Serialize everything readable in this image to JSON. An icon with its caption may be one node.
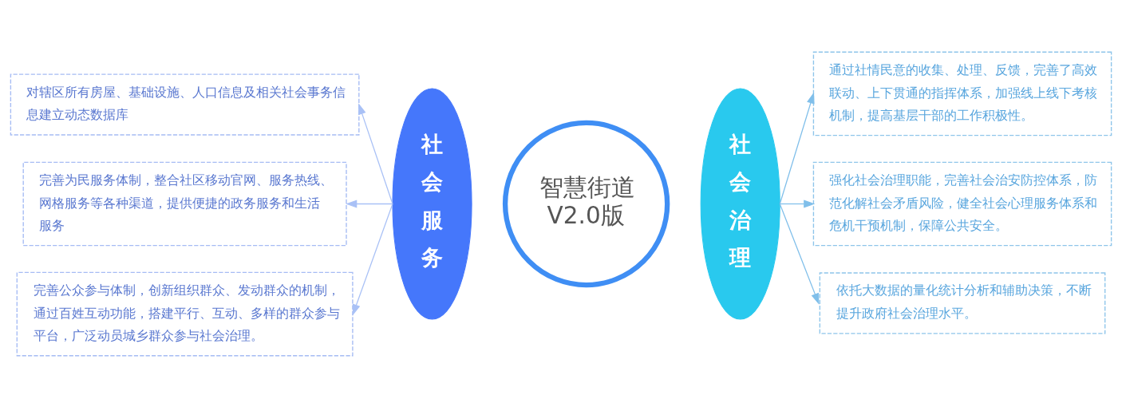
{
  "diagram": {
    "nodes": [
      {
        "text": [
          "智慧街道V2.0版"
        ]
      },
      {
        "text": [
          "社会服务"
        ]
      },
      {
        "text": [
          "社会治理"
        ]
      },
      {
        "text": [
          "对辖区所有房屋、基础设施、人口信息及相关社会事务信息建立动态数据库"
        ]
      },
      {
        "text": [
          "完善为民服务体制，整合社区移动官网、服务热线、网格服务等各种渠道，提供便捷的政务服务和生活服务"
        ]
      },
      {
        "text": [
          "完善公众参与体制，创新组织群众、发动群众的机制，通过百姓互动功能，搭建平行、互动、多样的群众参与平台，广泛动员城乡群众参与社会治理。"
        ]
      },
      {
        "text": [
          "通过社情民意的收集、处理、反馈，完善了高效联动、上下贯通的指挥体系，加强线上线下考核机制，提高基层干部的工作积极性。"
        ]
      },
      {
        "text": [
          "强化社会治理职能，完善社会治安防控体系，防范化解社会矛盾风险，健全社会心理服务体系和危机干预机制，保障公共安全。"
        ]
      },
      {
        "text": [
          "依托大数据的量化统计分析和辅助决策，不断提升政府社会治理水平。"
        ]
      }
    ],
    "edges": [
      {
        "from": 1,
        "to": 3,
        "arrow": "to",
        "color": "#a9c1f6"
      },
      {
        "from": 1,
        "to": 4,
        "arrow": "to",
        "color": "#a9c1f6"
      },
      {
        "from": 1,
        "to": 5,
        "arrow": "to",
        "color": "#a9c1f6"
      },
      {
        "from": 2,
        "to": 6,
        "arrow": "to",
        "color": "#80bfea"
      },
      {
        "from": 2,
        "to": 7,
        "arrow": "to",
        "color": "#80bfea"
      },
      {
        "from": 2,
        "to": 8,
        "arrow": "to",
        "color": "#80bfea"
      }
    ]
  }
}
